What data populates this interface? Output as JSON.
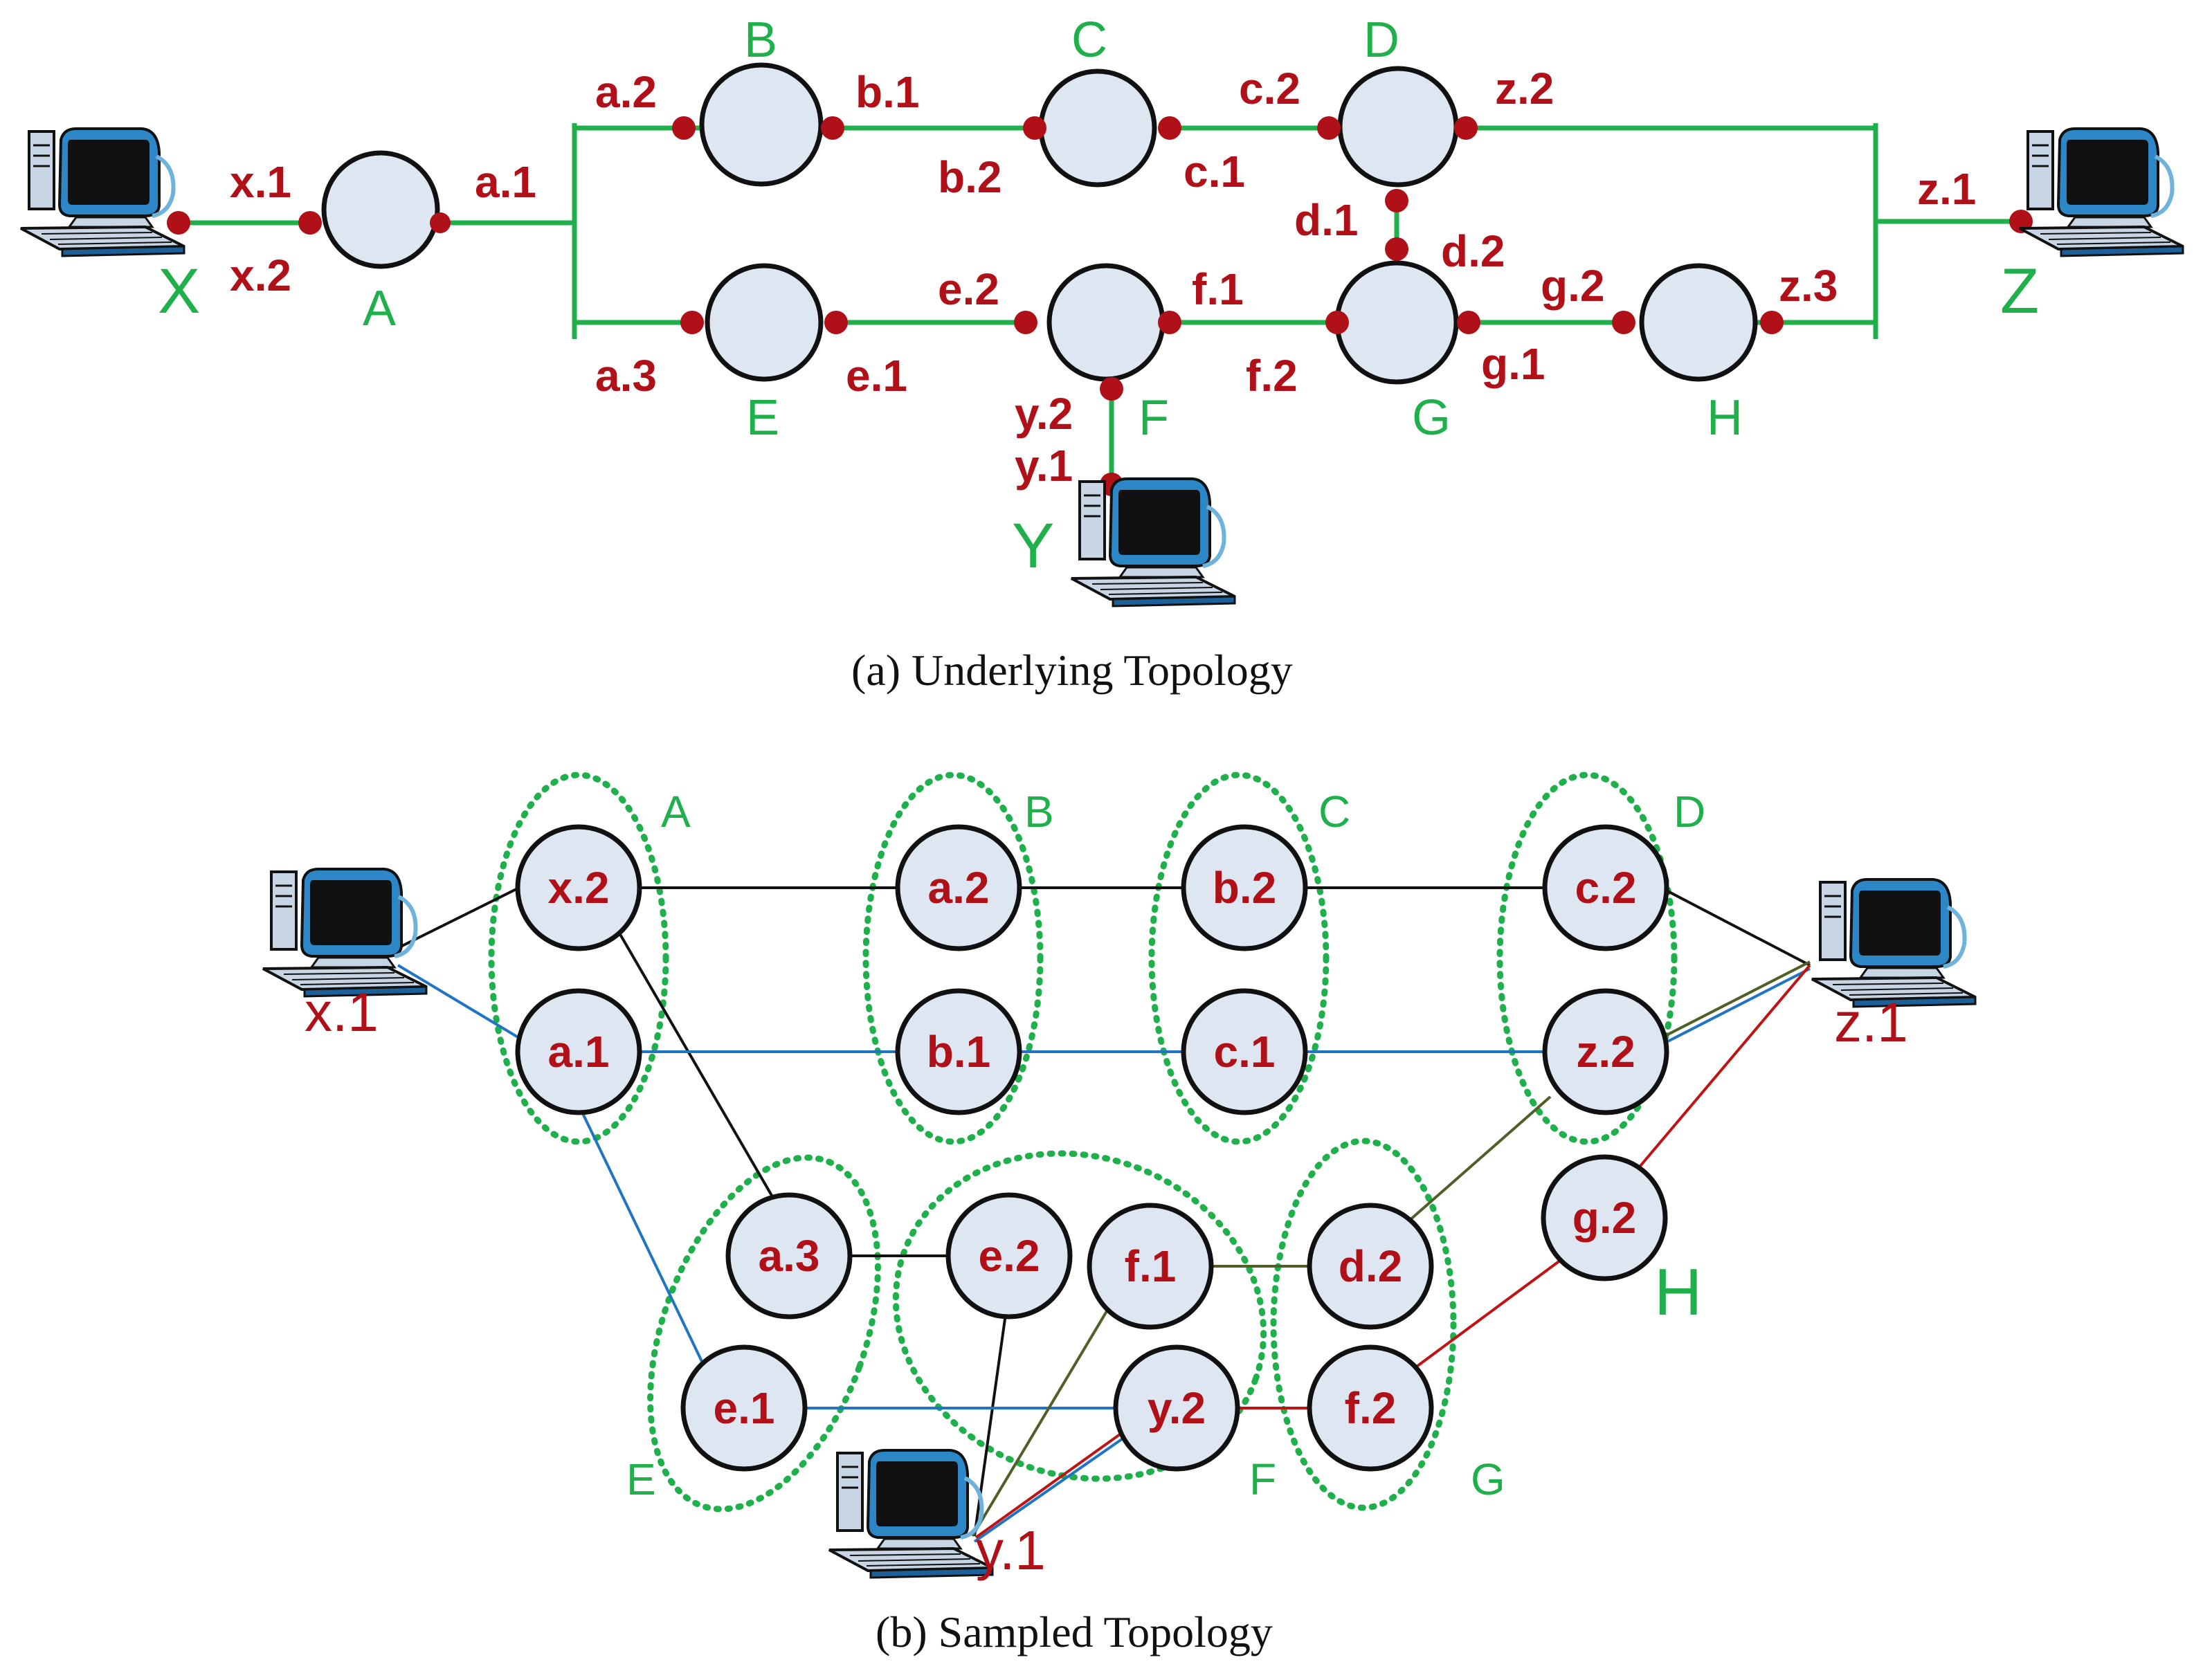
{
  "colors": {
    "link_green": "#1fb04c",
    "interface_red": "#b01018",
    "node_fill": "#dde6f1",
    "node_stroke": "#111111",
    "path_black": "#111111",
    "path_blue": "#1f74c4",
    "path_olive": "#4e5f28",
    "path_red": "#c01414",
    "cluster_green": "#1fb04c"
  },
  "captions": {
    "a": "(a) Underlying Topology",
    "b": "(b) Sampled Topology"
  },
  "topology_a": {
    "routers": [
      {
        "id": "A",
        "label": "A"
      },
      {
        "id": "B",
        "label": "B"
      },
      {
        "id": "C",
        "label": "C"
      },
      {
        "id": "D",
        "label": "D"
      },
      {
        "id": "E",
        "label": "E"
      },
      {
        "id": "F",
        "label": "F"
      },
      {
        "id": "G",
        "label": "G"
      },
      {
        "id": "H",
        "label": "H"
      }
    ],
    "hosts": [
      {
        "id": "X",
        "label": "X",
        "icon": "computer-icon"
      },
      {
        "id": "Y",
        "label": "Y",
        "icon": "computer-icon"
      },
      {
        "id": "Z",
        "label": "Z",
        "icon": "computer-icon"
      }
    ],
    "interfaces": [
      "x.1",
      "x.2",
      "a.1",
      "a.2",
      "a.3",
      "b.1",
      "b.2",
      "c.1",
      "c.2",
      "d.1",
      "d.2",
      "e.1",
      "e.2",
      "f.1",
      "f.2",
      "g.1",
      "g.2",
      "y.1",
      "y.2",
      "z.1",
      "z.2",
      "z.3"
    ]
  },
  "topology_b": {
    "clusters": [
      "A",
      "B",
      "C",
      "D",
      "E",
      "F",
      "G",
      "H"
    ],
    "nodes": [
      "x.2",
      "a.1",
      "a.2",
      "b.1",
      "b.2",
      "c.1",
      "c.2",
      "z.2",
      "a.3",
      "e.1",
      "e.2",
      "f.1",
      "y.2",
      "d.2",
      "f.2",
      "g.2"
    ],
    "hosts": [
      {
        "id": "x.1",
        "label": "x.1",
        "icon": "computer-icon"
      },
      {
        "id": "y.1",
        "label": "y.1",
        "icon": "computer-icon"
      },
      {
        "id": "z.1",
        "label": "z.1",
        "icon": "computer-icon"
      }
    ],
    "path_colors": [
      "black",
      "blue",
      "olive",
      "red"
    ]
  }
}
